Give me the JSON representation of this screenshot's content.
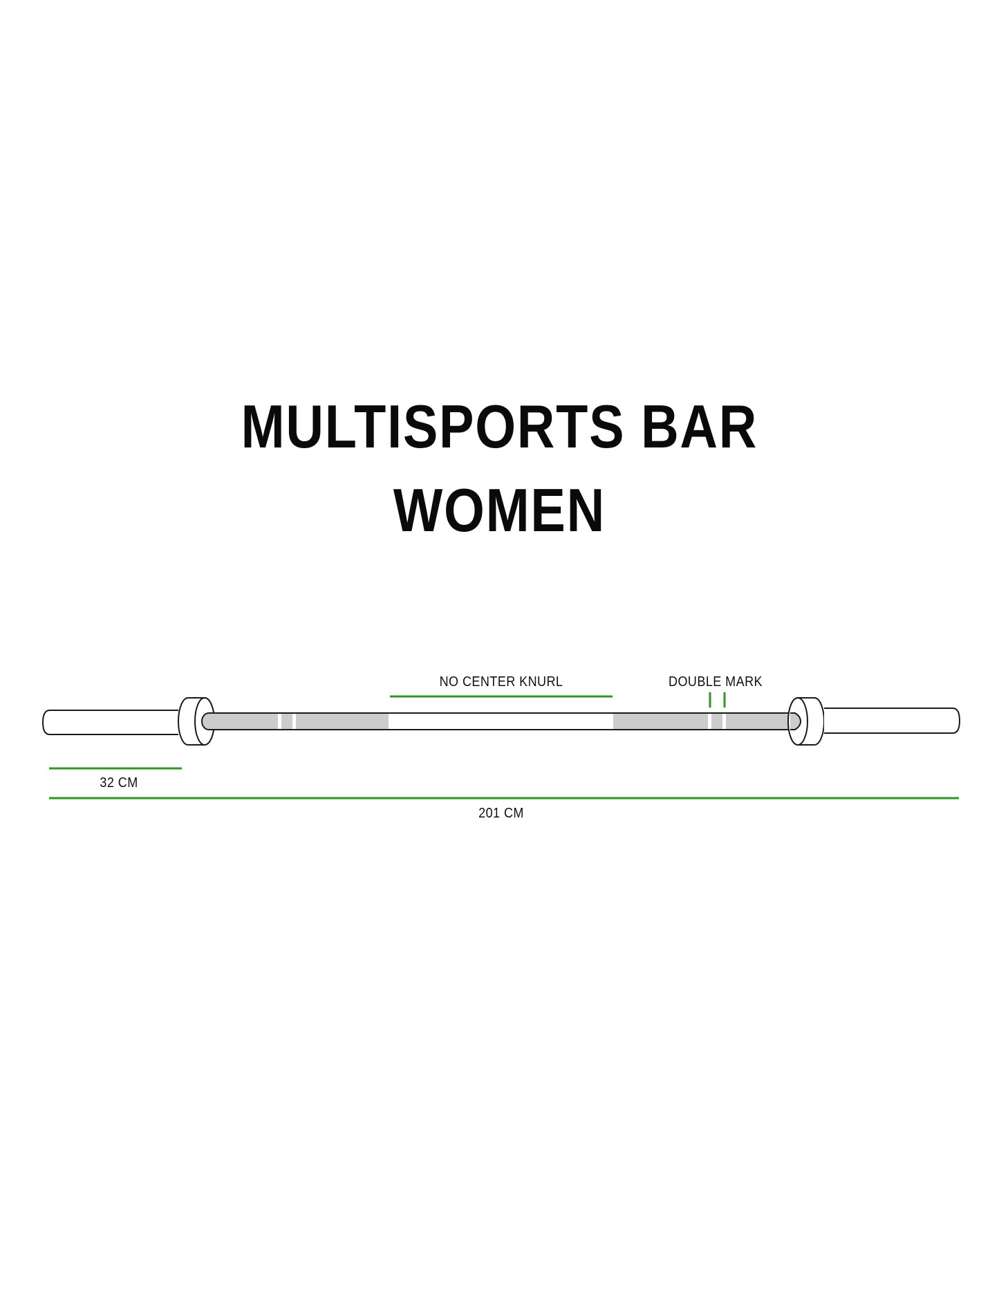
{
  "title": {
    "line1": "MULTISPORTS BAR",
    "line2": "WOMEN"
  },
  "annotations": {
    "no_center_knurl": "NO CENTER KNURL",
    "double_mark": "DOUBLE MARK",
    "sleeve_length": "32 CM",
    "total_length": "201 CM"
  },
  "colors": {
    "dimension_line": "#2a9a1c",
    "knurl": "#cccccc",
    "outline": "#1a1a1a",
    "background": "#ffffff"
  }
}
